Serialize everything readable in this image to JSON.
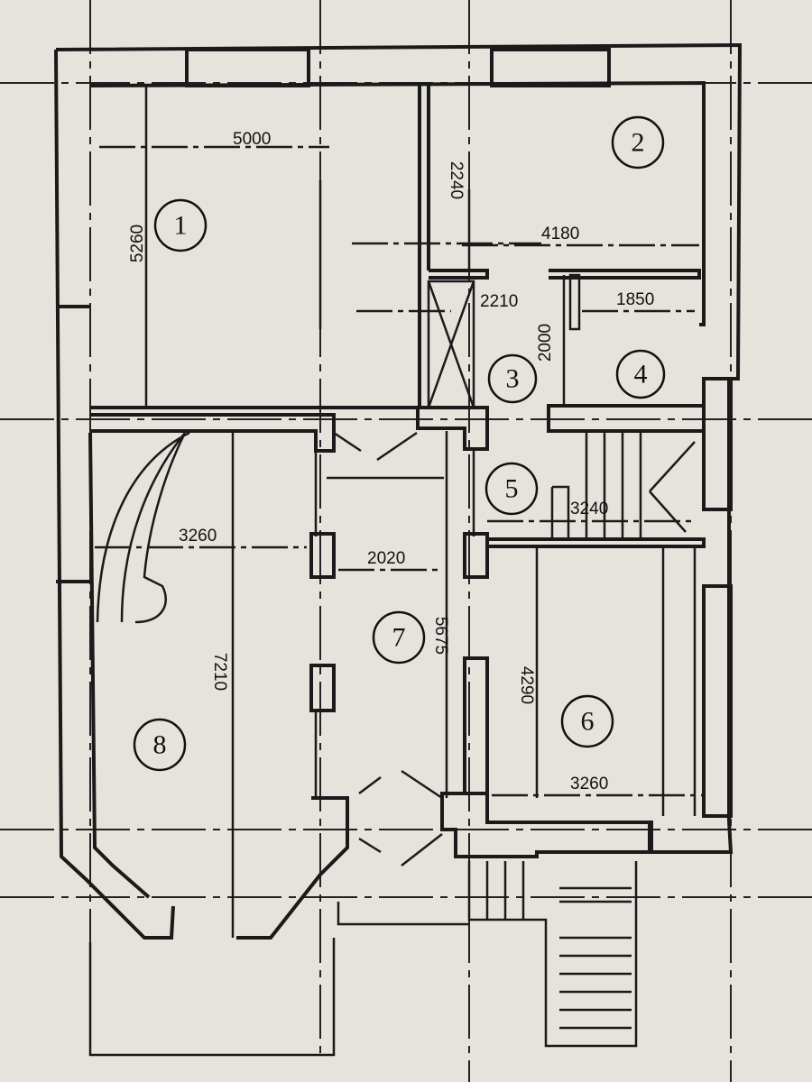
{
  "title": "Floor plan",
  "rooms": [
    "1",
    "2",
    "3",
    "4",
    "5",
    "6",
    "7",
    "8"
  ],
  "dimensions": {
    "room1_width": "5000",
    "room1_height": "5260",
    "room2_side": "2240",
    "room2_width": "4180",
    "room3_width": "2210",
    "room3_height": "2000",
    "room4_width": "1850",
    "stair_width": "3240",
    "room8_width": "3260",
    "hall_width": "2020",
    "hall_height": "5675",
    "room8_height": "7210",
    "room6_height": "4290",
    "room6_width": "3260"
  },
  "colors": {
    "paper": "#e6e3dc",
    "ink": "#1a1a1a"
  }
}
